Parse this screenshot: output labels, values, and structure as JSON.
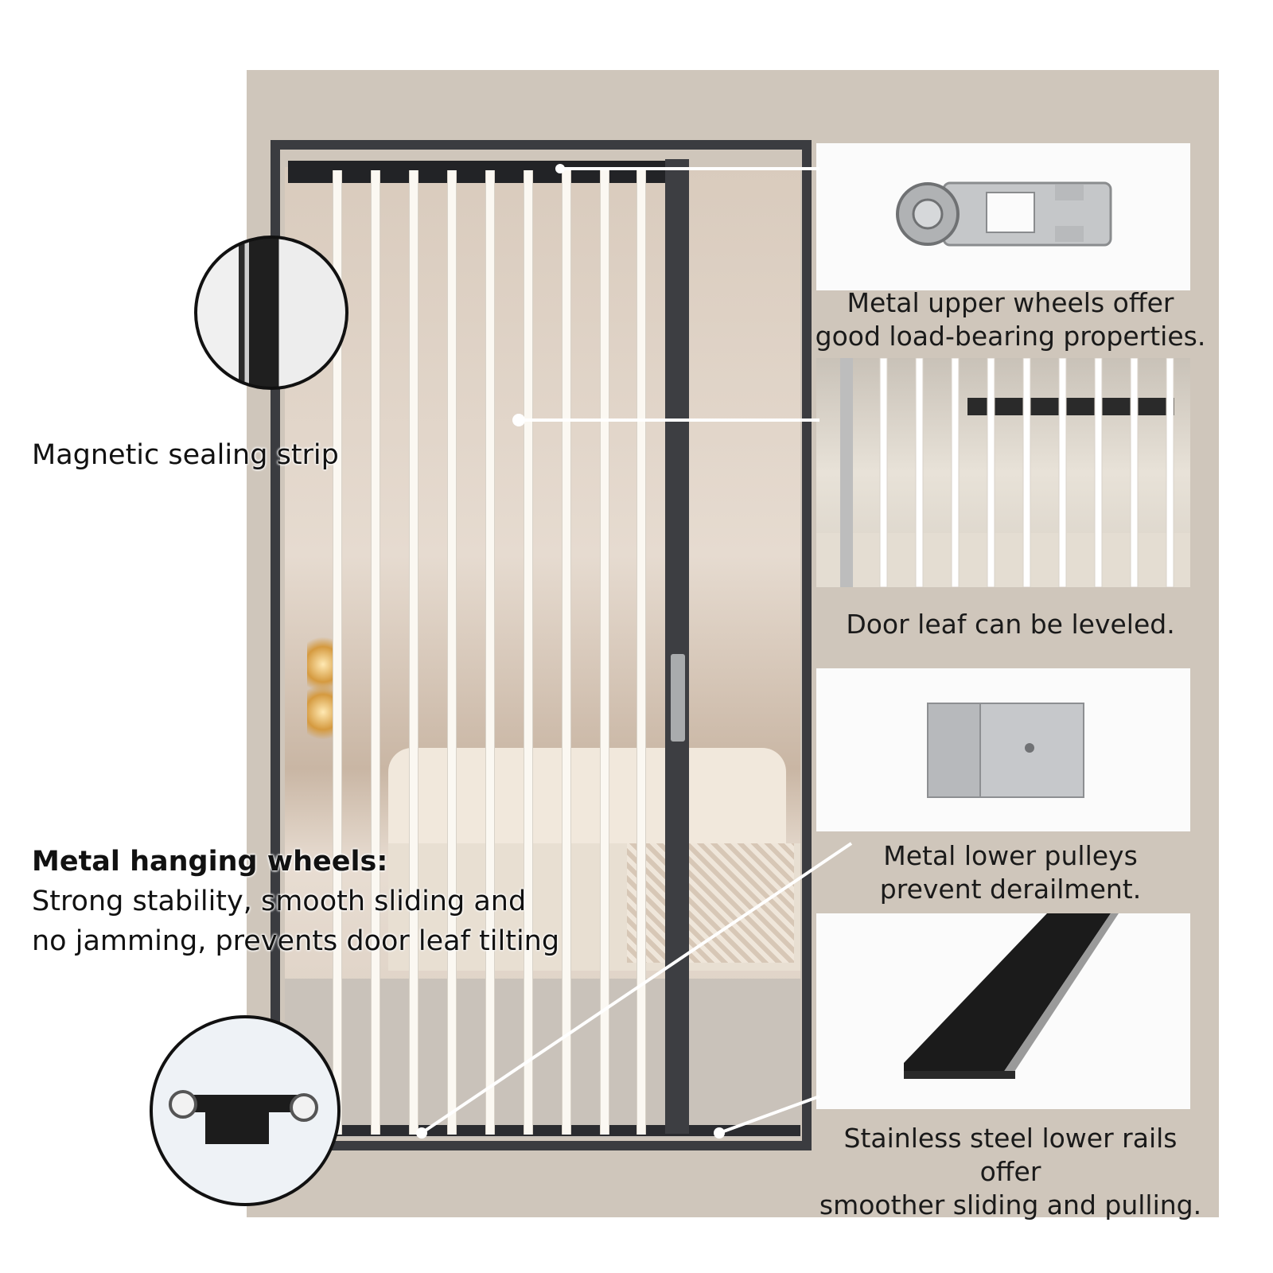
{
  "annotations": {
    "magnetic_strip": "Magnetic sealing strip",
    "hanging_wheels_title": "Metal hanging wheels:",
    "hanging_wheels_line1": "Strong stability, smooth sliding and",
    "hanging_wheels_line2": "no jamming, prevents door leaf tilting"
  },
  "callouts": [
    {
      "caption_line1": "Metal upper wheels offer",
      "caption_line2": "good load-bearing properties."
    },
    {
      "caption_line1": "Door leaf can be leveled.",
      "caption_line2": ""
    },
    {
      "caption_line1": "Metal lower pulleys",
      "caption_line2": "prevent derailment."
    },
    {
      "caption_line1": "Stainless steel lower rails offer",
      "caption_line2": "smoother sliding and pulling."
    }
  ],
  "colors": {
    "frame": "#3b3c40",
    "backdrop": "#cfc6bb",
    "rod": "#fbf8f2"
  }
}
